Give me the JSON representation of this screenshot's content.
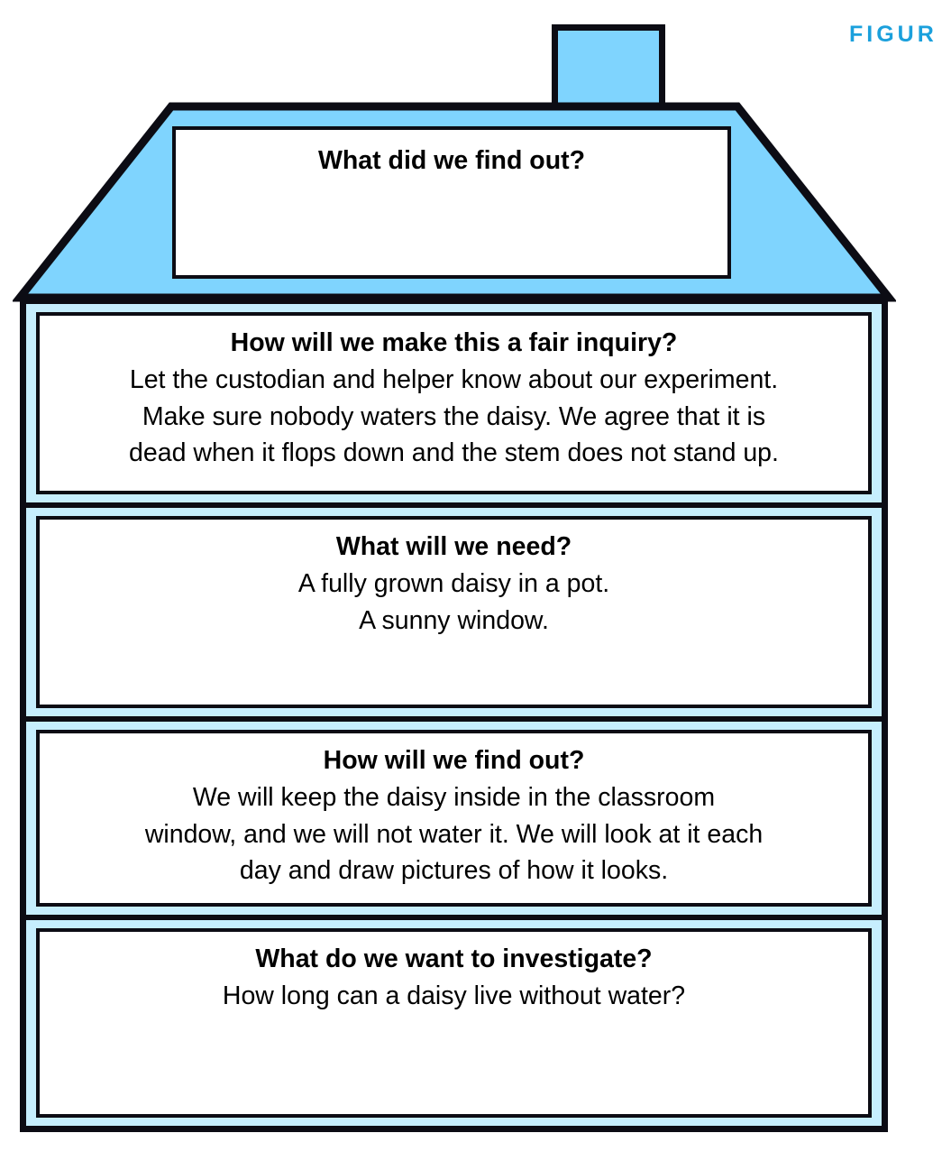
{
  "figure_label": "FIGUR",
  "colors": {
    "roof_blue": "#7fd4fe",
    "body_blue": "#c6eefe",
    "outline": "#0c0c14",
    "box_fill": "#ffffff",
    "figure_text": "#1ba0dc"
  },
  "roof": {
    "title": "What did we find out?",
    "body_lines": []
  },
  "sections": [
    {
      "title": "How will we make this a fair inquiry?",
      "lines": [
        "Let the custodian and helper know about our experiment.",
        "Make sure nobody waters the daisy.  We agree that it is",
        "dead when it flops down and the stem does not stand up."
      ]
    },
    {
      "title": "What will we need?",
      "lines": [
        "A fully grown daisy in a pot.",
        "A sunny window."
      ]
    },
    {
      "title": "How will we find out?",
      "lines": [
        "We will keep the daisy inside in the classroom",
        "window, and we will not water it.  We will look at it each",
        "day and draw pictures of how it looks."
      ]
    },
    {
      "title": "What do we want to investigate?",
      "lines": [
        "How long can a daisy live without water?"
      ]
    }
  ]
}
